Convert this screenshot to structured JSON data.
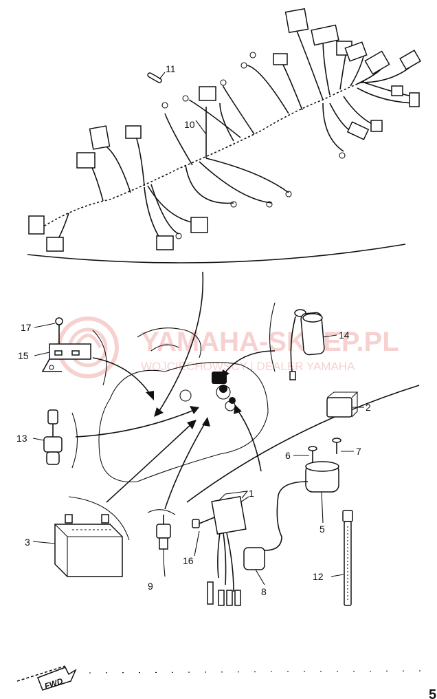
{
  "watermark": {
    "main": "YAMAHA-SKLEP.PL",
    "sub": "WOJCIECHOWSCY | DEALER YAMAHA",
    "color": "#d9342b"
  },
  "callouts": {
    "c1": "1",
    "c2": "2",
    "c3": "3",
    "c5": "5",
    "c6": "6",
    "c7": "7",
    "c8": "8",
    "c9": "9",
    "c10": "10",
    "c11": "11",
    "c12": "12",
    "c13": "13",
    "c14": "14",
    "c15": "15",
    "c16": "16",
    "c17": "17"
  },
  "fwd_label": "FWD",
  "corner_mark": "5"
}
